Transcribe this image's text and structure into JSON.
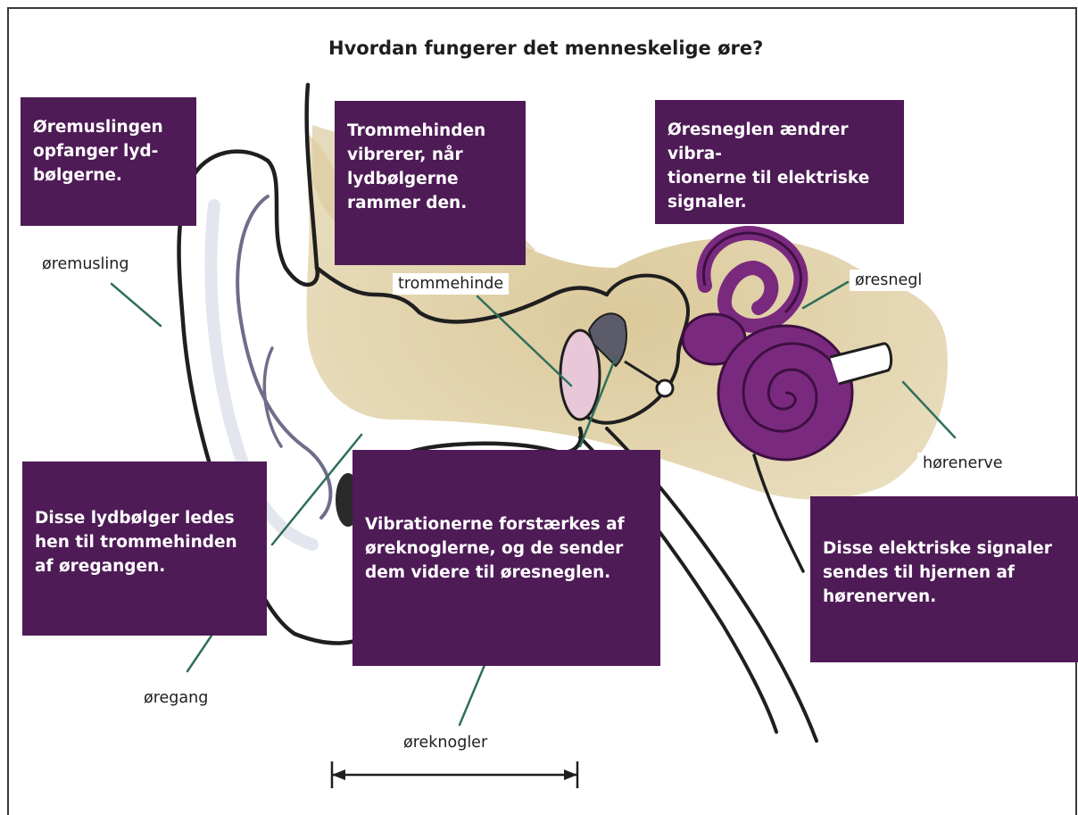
{
  "title": "Hvordan fungerer det menneskelige øre?",
  "boxes": {
    "oremusling": "Øremuslingen\nopfanger lyd-\nbølgerne.",
    "trommehinde": "Trommehinden\nvibrerer, når\nlydbølgerne\nrammer den.",
    "oresnegl": "Øresneglen ændrer vibra-\ntionerne til elektriske\nsignaler.",
    "oregang": "Disse lydbølger ledes\nhen til trommehinden\naf øregangen.",
    "oreknogler": "Vibrationerne forstærkes af\nøreknoglerne, og de sender\ndem videre til øresneglen.",
    "horenerve": "Disse elektriske signaler\nsendes til hjernen af\nhørenerven."
  },
  "labels": {
    "oremusling": "øremusling",
    "trommehinde": "trommehinde",
    "oresnegl": "øresnegl",
    "horenerve": "hørenerve",
    "oregang": "øregang",
    "oreknogler": "øreknogler"
  },
  "colors": {
    "box_background": "#4e1b56",
    "box_text": "#ffffff",
    "leader_line": "#2f6f5a",
    "tissue": "#d9c79a",
    "cochlea": "#7a2a7e",
    "eardrum": "#e8c8d8"
  }
}
